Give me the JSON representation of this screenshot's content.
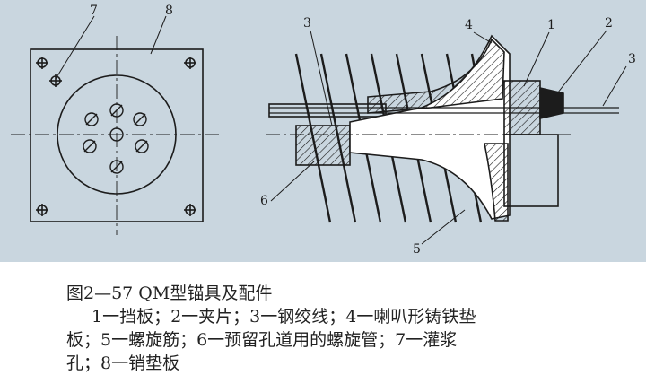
{
  "figure": {
    "labels": {
      "front_grout_hole": "7",
      "front_bearing_plate": "8",
      "strand_top": "3",
      "trumpet_top": "4",
      "anchor_plate_top": "1",
      "clip_top": "2",
      "strand_right": "3",
      "duct_left": "6",
      "spiral_bottom": "5"
    }
  },
  "caption": {
    "title": "图2—57 QM型锚具及配件",
    "line1": "1一挡板；2一夹片；3一钢绞线；4一喇叭形铸铁垫",
    "line2": "板；5一螺旋筋；6一预留孔道用的螺旋管；7一灌浆",
    "line3": "孔；8一销垫板"
  },
  "colors": {
    "background": "#c9d6df",
    "ink": "#1c1c1c"
  }
}
